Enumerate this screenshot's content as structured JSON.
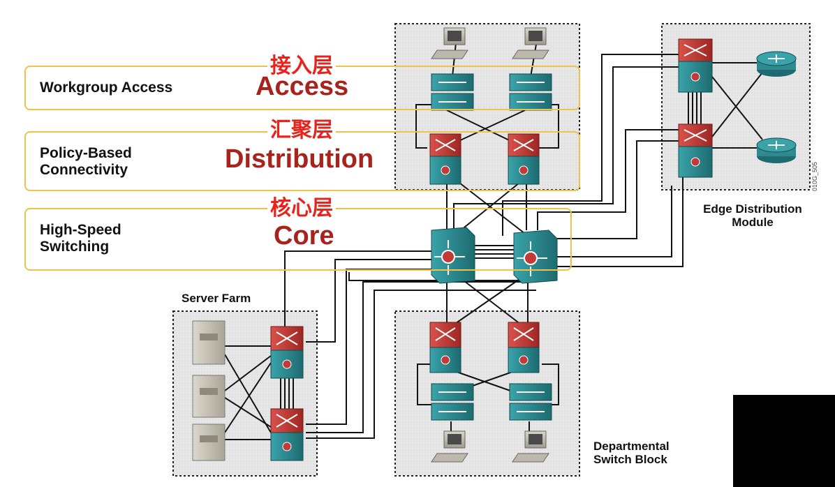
{
  "layers": [
    {
      "id": "access",
      "label": "Workgroup Access",
      "cn": "接入层",
      "en": "Access"
    },
    {
      "id": "distribution",
      "label": "Policy-Based\nConnectivity",
      "cn": "汇聚层",
      "en": "Distribution"
    },
    {
      "id": "core",
      "label": "High-Speed\nSwitching",
      "cn": "核心层",
      "en": "Core"
    }
  ],
  "modules": {
    "server_farm": "Server Farm",
    "edge_distribution": "Edge Distribution\nModule",
    "departmental": "Departmental\nSwitch Block"
  },
  "figure_code": "010G_505",
  "colors": {
    "layer_border": "#f0c24a",
    "cn_text": "#e8231c",
    "en_text": "#a8231c",
    "device_teal": "#2e8a90",
    "device_red": "#c23a36"
  }
}
